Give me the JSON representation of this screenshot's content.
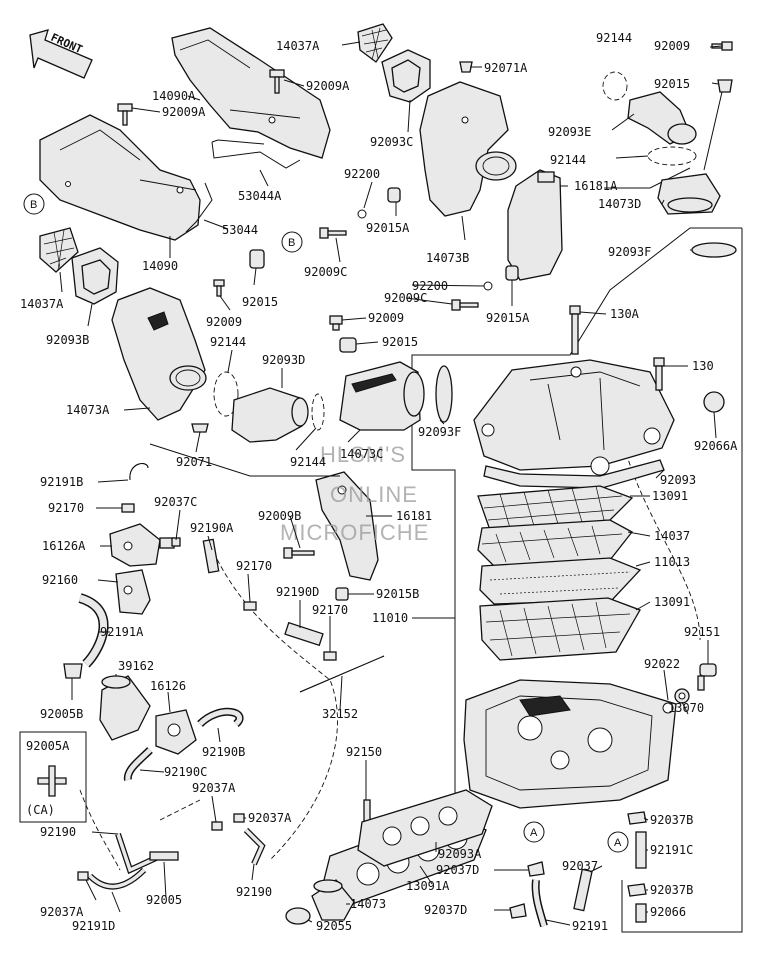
{
  "front_label": "FRONT",
  "callouts": {
    "B1": "B",
    "B2": "B",
    "A1": "A",
    "A2": "A"
  },
  "watermark": [
    "HLSM'S",
    "ONLINE",
    "MICROFICHE"
  ],
  "labels": {
    "p14037A_top": "14037A",
    "p92009A_top": "92009A",
    "p92071A": "92071A",
    "p92144_top": "92144",
    "p92009_tr": "92009",
    "p92015_tr": "92015",
    "p14090A": "14090A",
    "p92009A_left": "92009A",
    "p92093C": "92093C",
    "p92093E": "92093E",
    "p92144_mid": "92144",
    "p16181A": "16181A",
    "p14073D": "14073D",
    "p92200_a": "92200",
    "p53044A": "53044A",
    "p53044": "53044",
    "p92015A_a": "92015A",
    "p14073B": "14073B",
    "p92009C_a": "92009C",
    "p14090": "14090",
    "p92093F_r": "92093F",
    "p92200_b": "92200",
    "p92009C_b": "92009C",
    "p14037A_left": "14037A",
    "p92015_mid": "92015",
    "p92015A_b": "92015A",
    "p92009_mid": "92009",
    "p92093B": "92093B",
    "p92009_c": "92009",
    "p130A": "130A",
    "p92015_c": "92015",
    "p92144_lower": "92144",
    "p92093D": "92093D",
    "p130": "130",
    "p14073A": "14073A",
    "p92093F_mid": "92093F",
    "p92066A": "92066A",
    "p92144_b": "92144",
    "p14073C": "14073C",
    "p92071": "92071",
    "p92093": "92093",
    "p92191B": "92191B",
    "p13091_a": "13091",
    "p92170_a": "92170",
    "p92037C": "92037C",
    "p92009B": "92009B",
    "p16181": "16181",
    "p14037": "14037",
    "p16126A": "16126A",
    "p92190A": "92190A",
    "p11013": "11013",
    "p92160": "92160",
    "p92170_b": "92170",
    "p92015B": "92015B",
    "p92190D": "92190D",
    "p13091_b": "13091",
    "p11010": "11010",
    "p92191A": "92191A",
    "p92170_c": "92170",
    "p92151": "92151",
    "p39162": "39162",
    "p92022": "92022",
    "p16126": "16126",
    "p92005B": "92005B",
    "p32152": "32152",
    "p13070": "13070",
    "p92005A_box": "92005A",
    "p92190B": "92190B",
    "p92190C": "92190C",
    "p92150": "92150",
    "p92037A_a": "92037A",
    "p92037A_b": "92037A",
    "ca": "(CA)",
    "p92037B_a": "92037B",
    "p92190_a": "92190",
    "p92093A": "92093A",
    "p92191C": "92191C",
    "p92037D_a": "92037D",
    "p92037": "92037",
    "p13091A": "13091A",
    "p92005": "92005",
    "p92190_b": "92190",
    "p92037B_b": "92037B",
    "p92037A_c": "92037A",
    "p14073": "14073",
    "p92037D_b": "92037D",
    "p92066": "92066",
    "p92191D": "92191D",
    "p92055": "92055",
    "p92191": "92191"
  }
}
